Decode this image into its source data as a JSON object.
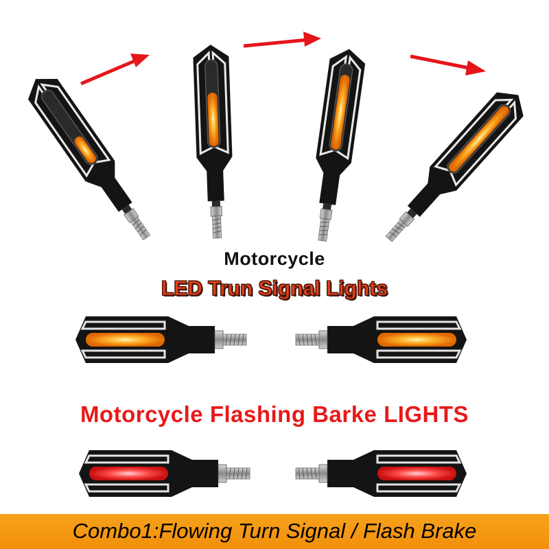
{
  "captions": {
    "line1": "Motorcycle",
    "line2": "LED Trun Signal Lights",
    "line3": "Motorcycle Flashing Barke LIGHTS",
    "bottom": "Combo1:Flowing Turn Signal / Flash Brake"
  },
  "colors": {
    "amber_led": "#ffa21a",
    "red_led": "#ff3a3a",
    "arrow": "#e4161a",
    "banner": "#f5991a",
    "housing": "#141414"
  },
  "flow_sequence_lit_fraction": [
    0.2,
    0.5,
    0.8,
    1.0
  ]
}
